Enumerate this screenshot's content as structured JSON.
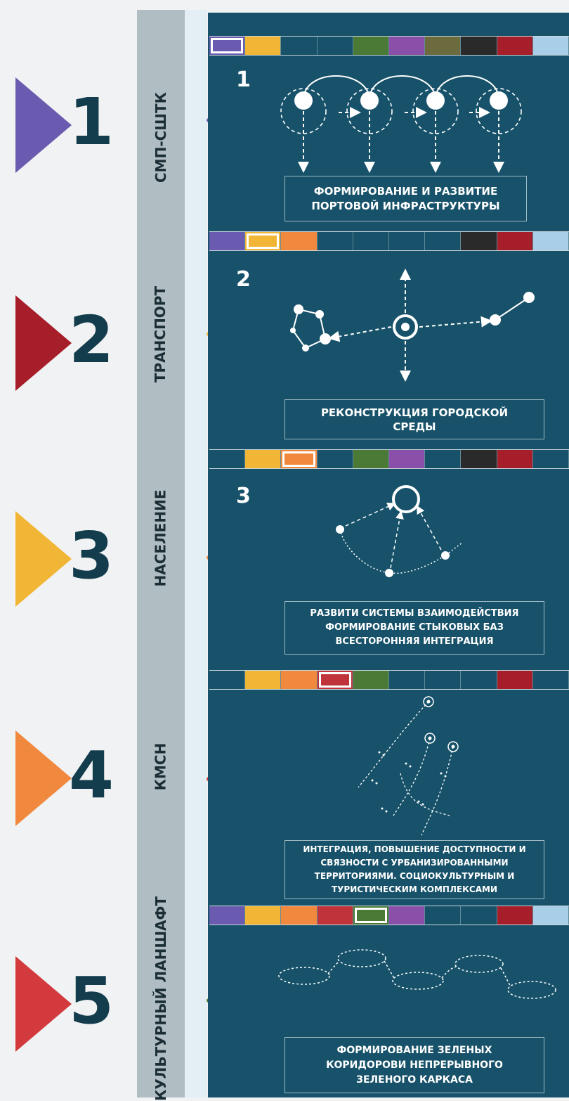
{
  "markers": [
    {
      "number": "1",
      "color": "#6a5bb0"
    },
    {
      "number": "2",
      "color": "#a61e2a"
    },
    {
      "number": "3",
      "color": "#f2b636"
    },
    {
      "number": "4",
      "color": "#f0883e"
    },
    {
      "number": "5",
      "color": "#d23a3e"
    }
  ],
  "side_labels": [
    "СМП-СШТК",
    "ТРАНСПОРТ",
    "НАСЕЛЕНИЕ",
    "КМСН",
    "КУЛЬТУРНЫЙ\nЛАНШАФТ"
  ],
  "sections": [
    {
      "number": "1",
      "caption": "ФОРМИРОВАНИЕ И РАЗВИТИЕ\nПОРТОВОЙ ИНФРАСТРУКТУРЫ"
    },
    {
      "number": "2",
      "caption": "РЕКОНСТРУКЦИЯ ГОРОДСКОЙ\nСРЕДЫ"
    },
    {
      "number": "3",
      "caption": "РАЗВИТИ СИСТЕМЫ ВЗАИМОДЕЙСТВИЯ\nФОРМИРОВАНИЕ СТЫКОВЫХ БАЗ\nВСЕСТОРОННЯЯ ИНТЕГРАЦИЯ"
    },
    {
      "number": "",
      "caption": "ИНТЕГРАЦИЯ, ПОВЫШЕНИЕ ДОСТУПНОСТИ И\nСВЯЗНОСТИ С УРБАНИЗИРОВАННЫМИ\nТЕРРИТОРИЯМИ. СОЦИОКУЛЬТУРНЫМ И\nТУРИСТИЧЕСКИМ КОМПЛЕКСАМИ"
    },
    {
      "number": "",
      "caption": "ФОРМИРОВАНИЕ ЗЕЛЕНЫХ\nКОРИДОРОВИ НЕПРЕРЫВНОГО\nЗЕЛЕНОГО КАРКАСА"
    }
  ],
  "colors": {
    "panel_background": "#17526a",
    "empty_cell": "#17526a",
    "purple": "#6a5bb0",
    "yellow": "#f2b636",
    "orange": "#f0883e",
    "red": "#c0333a",
    "green": "#4b7a36",
    "violet": "#8a4fa8",
    "olive": "#6b6b3e",
    "dark": "#2a2a2a",
    "crimson": "#a61e2a",
    "light_blue": "#a9cfe8"
  },
  "color_bars": [
    {
      "cells": [
        "#6a5bb0",
        "#f2b636",
        "#17526a",
        "#17526a",
        "#4b7a36",
        "#8a4fa8",
        "#6b6b3e",
        "#2a2a2a",
        "#a61e2a",
        "#a9cfe8"
      ],
      "highlight": 0
    },
    {
      "cells": [
        "#6a5bb0",
        "#f2b636",
        "#f0883e",
        "#17526a",
        "#17526a",
        "#17526a",
        "#17526a",
        "#2a2a2a",
        "#a61e2a",
        "#a9cfe8"
      ],
      "highlight": 1
    },
    {
      "cells": [
        "#17526a",
        "#f2b636",
        "#f0883e",
        "#17526a",
        "#4b7a36",
        "#8a4fa8",
        "#17526a",
        "#2a2a2a",
        "#a61e2a",
        "#17526a"
      ],
      "highlight": 2
    },
    {
      "cells": [
        "#17526a",
        "#f2b636",
        "#f0883e",
        "#c0333a",
        "#4b7a36",
        "#17526a",
        "#17526a",
        "#17526a",
        "#a61e2a",
        "#17526a"
      ],
      "highlight": 3
    },
    {
      "cells": [
        "#6a5bb0",
        "#f2b636",
        "#f0883e",
        "#c0333a",
        "#4b7a36",
        "#8a4fa8",
        "#17526a",
        "#17526a",
        "#a61e2a",
        "#a9cfe8"
      ],
      "highlight": 4
    }
  ]
}
